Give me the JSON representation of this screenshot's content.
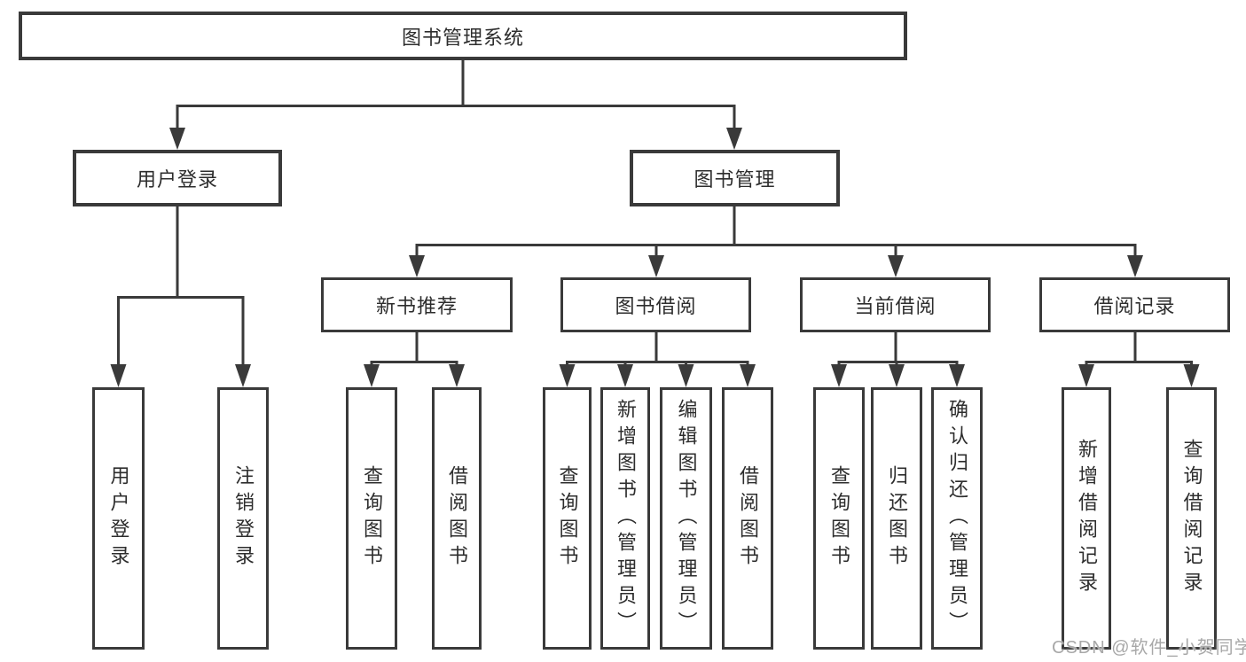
{
  "colors": {
    "line": "#3a3a3a",
    "text": "#2d2d2d",
    "watermark_text": "#a8a8a8",
    "background": "#ffffff"
  },
  "root": {
    "label": "图书管理系统"
  },
  "level2": {
    "user_login": {
      "label": "用户登录"
    },
    "book_management": {
      "label": "图书管理"
    }
  },
  "level3": {
    "new_book_recommend": {
      "label": "新书推荐"
    },
    "book_borrowing": {
      "label": "图书借阅"
    },
    "current_borrowing": {
      "label": "当前借阅"
    },
    "borrowing_records": {
      "label": "借阅记录"
    }
  },
  "leaves": {
    "user_login": "用户登录",
    "logout": "注销登录",
    "nb_query_books": "查询图书",
    "nb_borrow_books": "借阅图书",
    "bb_query_books": "查询图书",
    "bb_add_books_admin": "新增图书（管理员）",
    "bb_edit_books_admin": "编辑图书（管理员）",
    "bb_borrow_books": "借阅图书",
    "cb_query_books": "查询图书",
    "cb_return_books": "归还图书",
    "cb_confirm_return_admin": "确认归还（管理员）",
    "br_add_record": "新增借阅记录",
    "br_query_record": "查询借阅记录"
  },
  "watermark": "CSDN @软件_小贺同学"
}
